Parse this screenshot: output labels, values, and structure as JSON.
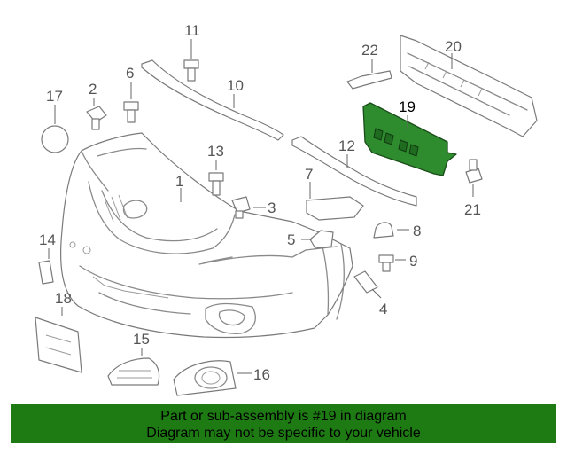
{
  "diagram": {
    "part_numbers": [
      "1",
      "2",
      "3",
      "4",
      "5",
      "6",
      "7",
      "8",
      "9",
      "10",
      "11",
      "12",
      "13",
      "14",
      "16",
      "17",
      "18",
      "19",
      "20",
      "21",
      "22",
      "15"
    ],
    "highlighted_part": "19"
  },
  "banner": {
    "line1": "Part or sub-assembly is #19 in diagram",
    "line2": "Diagram may not be specific to your vehicle",
    "color": "#1e7b14"
  },
  "highlight_color": "#2e8b2e"
}
